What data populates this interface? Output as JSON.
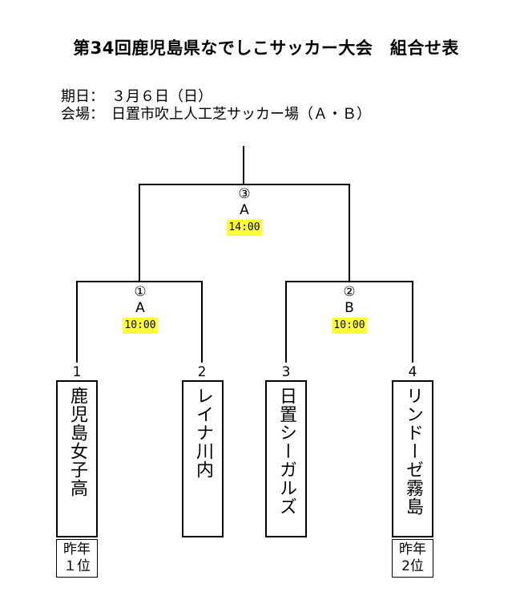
{
  "title": "第34回鹿児島県なでしこサッカー大会　組合せ表",
  "info": {
    "date_line": "期日：　３月６日（日）",
    "venue_line": "会場：　日置市吹上人工芝サッカー場（Ａ・Ｂ）"
  },
  "matches": [
    {
      "number": "①",
      "court": "A",
      "time": "10:00"
    },
    {
      "number": "②",
      "court": "B",
      "time": "10:00"
    },
    {
      "number": "③",
      "court": "A",
      "time": "14:00"
    }
  ],
  "teams": [
    {
      "seed": "1",
      "name": "鹿児島女子高",
      "note_line1": "昨年",
      "note_line2": "１位"
    },
    {
      "seed": "2",
      "name": "レイナ川内"
    },
    {
      "seed": "3",
      "name": "日置シーガルズ"
    },
    {
      "seed": "4",
      "name": "リンドーゼ霧島",
      "note_line1": "昨年",
      "note_line2": "2位"
    }
  ]
}
